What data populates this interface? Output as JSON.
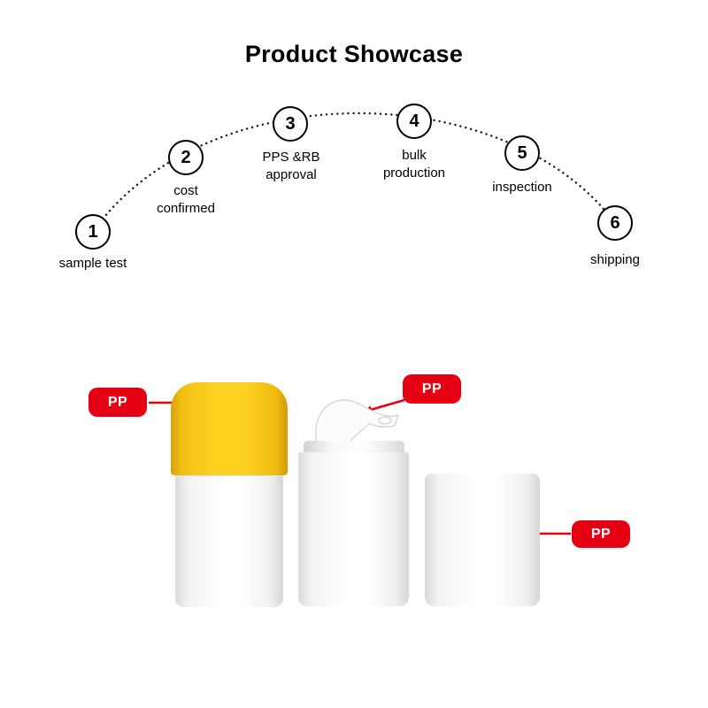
{
  "title": "Product Showcase",
  "process": {
    "steps": [
      {
        "num": "1",
        "label": "sample test"
      },
      {
        "num": "2",
        "label": "cost confirmed"
      },
      {
        "num": "3",
        "label": "PPS &RB approval"
      },
      {
        "num": "4",
        "label": "bulk production"
      },
      {
        "num": "5",
        "label": "inspection"
      },
      {
        "num": "6",
        "label": "shipping"
      }
    ]
  },
  "materials": {
    "labels": [
      {
        "text": "PP",
        "points_to": "yellow-cap-bottle"
      },
      {
        "text": "PP",
        "points_to": "pump-head"
      },
      {
        "text": "PP",
        "points_to": "white-overcap"
      }
    ]
  },
  "colors": {
    "accent_red": "#e60014",
    "cap_yellow": "#fdd322",
    "outline_black": "#000000"
  }
}
